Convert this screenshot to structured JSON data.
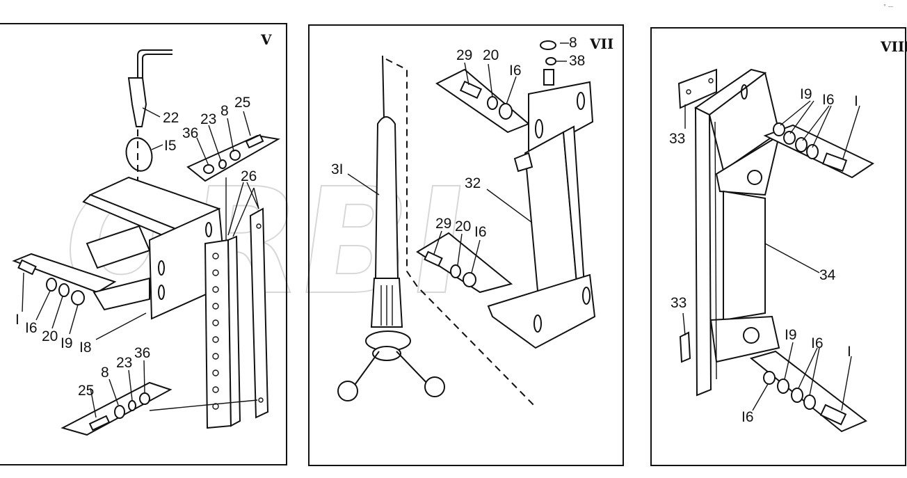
{
  "corner_mark": "° —",
  "watermark": "ORBI",
  "panels": [
    {
      "id": "V",
      "roman": "V",
      "labels": [
        "22",
        "I5",
        "36",
        "23",
        "8",
        "25",
        "26",
        "I",
        "I6",
        "20",
        "I9",
        "I8",
        "25",
        "8",
        "23",
        "36"
      ]
    },
    {
      "id": "VII",
      "roman": "VII",
      "labels": [
        "8",
        "38",
        "29",
        "20",
        "I6",
        "3I",
        "32",
        "29",
        "20",
        "I6"
      ]
    },
    {
      "id": "VIII",
      "roman": "VIII",
      "labels": [
        "33",
        "I9",
        "I6",
        "I",
        "34",
        "33",
        "I9",
        "I6",
        "I6",
        "I"
      ]
    }
  ]
}
